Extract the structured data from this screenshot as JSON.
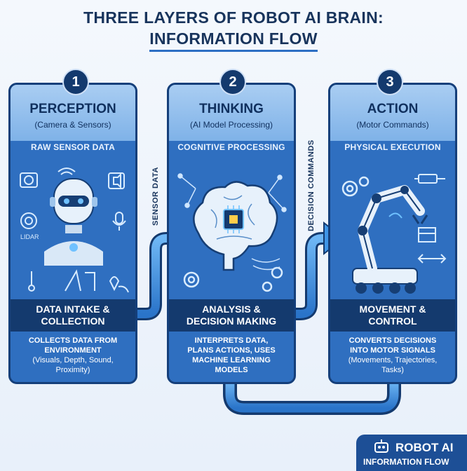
{
  "title": {
    "line1": "THREE LAYERS OF ROBOT AI BRAIN:",
    "line2": "INFORMATION FLOW"
  },
  "colors": {
    "panel": "#2f6fc0",
    "dark": "#143a6e",
    "header": "#a9cdf2",
    "accent": "#4aa0ec"
  },
  "panels": [
    {
      "number": "1",
      "title": "PERCEPTION",
      "subtitle": "(Camera & Sensors)",
      "section": "RAW SENSOR DATA",
      "art_label": "LIDAR",
      "band_line1": "DATA INTAKE &",
      "band_line2": "COLLECTION",
      "desc_bold1": "COLLECTS DATA FROM",
      "desc_bold2": "ENVIRONMENT",
      "desc_line1": "(Visuals, Depth, Sound,",
      "desc_line2": "Proximity)",
      "icons": [
        "camera-icon",
        "wifi-icon",
        "speaker-icon",
        "robot-head-icon",
        "webcam-icon",
        "microphone-icon",
        "thermometer-icon",
        "ruler-icon",
        "location-pin-icon"
      ]
    },
    {
      "number": "2",
      "title": "THINKING",
      "subtitle": "(AI Model Processing)",
      "section": "COGNITIVE PROCESSING",
      "band_line1": "ANALYSIS &",
      "band_line2": "DECISION MAKING",
      "desc_bold1": "INTERPRETS DATA,",
      "desc_bold2": "PLANS ACTIONS, USES",
      "desc_bold3": "MACHINE LEARNING",
      "desc_bold4": "MODELS",
      "icons": [
        "brain-icon",
        "chip-icon",
        "gear-icon",
        "network-icon"
      ]
    },
    {
      "number": "3",
      "title": "ACTION",
      "subtitle": "(Motor Commands)",
      "section": "PHYSICAL EXECUTION",
      "band_line1": "MOVEMENT &",
      "band_line2": "CONTROL",
      "desc_bold1": "CONVERTS DECISIONS",
      "desc_bold2": "INTO MOTOR SIGNALS",
      "desc_line1": "(Movements, Trajectories,",
      "desc_line2": "Tasks)",
      "icons": [
        "gear-icon",
        "robot-arm-icon",
        "actuator-icon",
        "box-icon",
        "arrows-icon"
      ]
    }
  ],
  "connectors": {
    "label1": "SENSOR DATA",
    "label2": "DECISION COMMANDS"
  },
  "badge": {
    "line1": "ROBOT AI",
    "line2": "INFORMATION FLOW"
  }
}
